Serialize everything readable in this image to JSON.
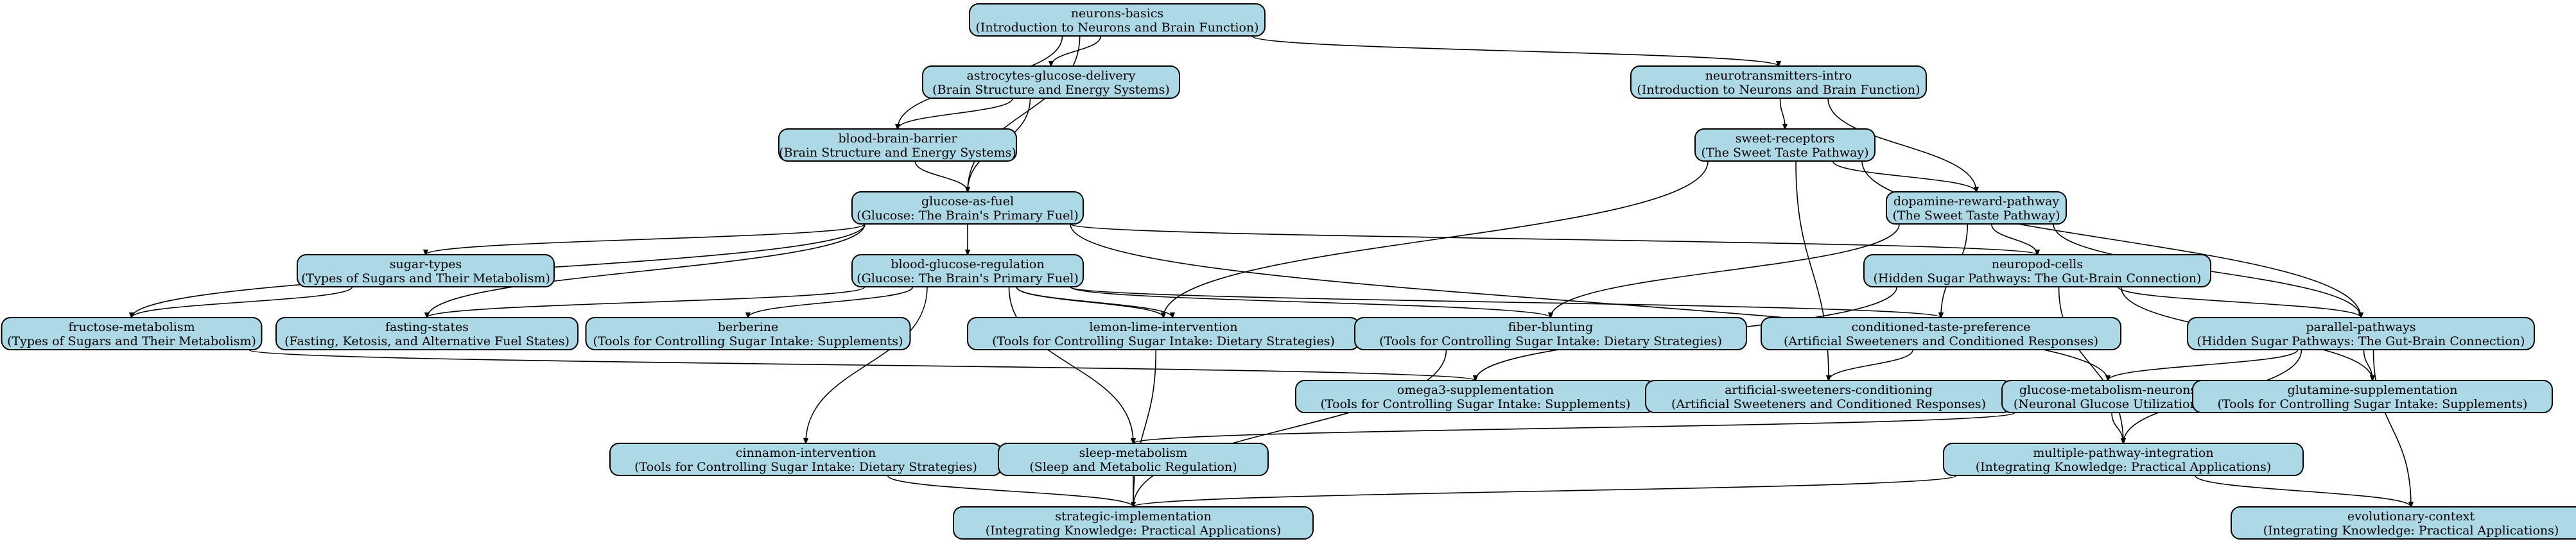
{
  "diagram": {
    "type": "directed-graph",
    "node_fill": "#add8e6",
    "node_stroke": "#000000",
    "edge_color": "#000000",
    "nodes": [
      {
        "id": "neurons-basics",
        "title": "neurons-basics",
        "subtitle": "(Introduction to Neurons and Brain Function)"
      },
      {
        "id": "astrocytes-glucose-delivery",
        "title": "astrocytes-glucose-delivery",
        "subtitle": "(Brain Structure and Energy Systems)"
      },
      {
        "id": "neurotransmitters-intro",
        "title": "neurotransmitters-intro",
        "subtitle": "(Introduction to Neurons and Brain Function)"
      },
      {
        "id": "blood-brain-barrier",
        "title": "blood-brain-barrier",
        "subtitle": "(Brain Structure and Energy Systems)"
      },
      {
        "id": "sweet-receptors",
        "title": "sweet-receptors",
        "subtitle": "(The Sweet Taste Pathway)"
      },
      {
        "id": "glucose-as-fuel",
        "title": "glucose-as-fuel",
        "subtitle": "(Glucose: The Brain's Primary Fuel)"
      },
      {
        "id": "dopamine-reward-pathway",
        "title": "dopamine-reward-pathway",
        "subtitle": "(The Sweet Taste Pathway)"
      },
      {
        "id": "sugar-types",
        "title": "sugar-types",
        "subtitle": "(Types of Sugars and Their Metabolism)"
      },
      {
        "id": "blood-glucose-regulation",
        "title": "blood-glucose-regulation",
        "subtitle": "(Glucose: The Brain's Primary Fuel)"
      },
      {
        "id": "neuropod-cells",
        "title": "neuropod-cells",
        "subtitle": "(Hidden Sugar Pathways: The Gut-Brain Connection)"
      },
      {
        "id": "fructose-metabolism",
        "title": "fructose-metabolism",
        "subtitle": "(Types of Sugars and Their Metabolism)"
      },
      {
        "id": "fasting-states",
        "title": "fasting-states",
        "subtitle": "(Fasting, Ketosis, and Alternative Fuel States)"
      },
      {
        "id": "berberine",
        "title": "berberine",
        "subtitle": "(Tools for Controlling Sugar Intake: Supplements)"
      },
      {
        "id": "lemon-lime-intervention",
        "title": "lemon-lime-intervention",
        "subtitle": "(Tools for Controlling Sugar Intake: Dietary Strategies)"
      },
      {
        "id": "fiber-blunting",
        "title": "fiber-blunting",
        "subtitle": "(Tools for Controlling Sugar Intake: Dietary Strategies)"
      },
      {
        "id": "conditioned-taste-preference",
        "title": "conditioned-taste-preference",
        "subtitle": "(Artificial Sweeteners and Conditioned Responses)"
      },
      {
        "id": "parallel-pathways",
        "title": "parallel-pathways",
        "subtitle": "(Hidden Sugar Pathways: The Gut-Brain Connection)"
      },
      {
        "id": "omega3-supplementation",
        "title": "omega3-supplementation",
        "subtitle": "(Tools for Controlling Sugar Intake: Supplements)"
      },
      {
        "id": "artificial-sweeteners-conditioning",
        "title": "artificial-sweeteners-conditioning",
        "subtitle": "(Artificial Sweeteners and Conditioned Responses)"
      },
      {
        "id": "glucose-metabolism-neurons",
        "title": "glucose-metabolism-neurons",
        "subtitle": "(Neuronal Glucose Utilization)"
      },
      {
        "id": "glutamine-supplementation",
        "title": "glutamine-supplementation",
        "subtitle": "(Tools for Controlling Sugar Intake: Supplements)"
      },
      {
        "id": "cinnamon-intervention",
        "title": "cinnamon-intervention",
        "subtitle": "(Tools for Controlling Sugar Intake: Dietary Strategies)"
      },
      {
        "id": "sleep-metabolism",
        "title": "sleep-metabolism",
        "subtitle": "(Sleep and Metabolic Regulation)"
      },
      {
        "id": "multiple-pathway-integration",
        "title": "multiple-pathway-integration",
        "subtitle": "(Integrating Knowledge: Practical Applications)"
      },
      {
        "id": "strategic-implementation",
        "title": "strategic-implementation",
        "subtitle": "(Integrating Knowledge: Practical Applications)"
      },
      {
        "id": "evolutionary-context",
        "title": "evolutionary-context",
        "subtitle": "(Integrating Knowledge: Practical Applications)"
      }
    ],
    "edges": [
      [
        "neurons-basics",
        "astrocytes-glucose-delivery"
      ],
      [
        "neurons-basics",
        "blood-brain-barrier"
      ],
      [
        "neurons-basics",
        "glucose-as-fuel"
      ],
      [
        "neurons-basics",
        "neurotransmitters-intro"
      ],
      [
        "astrocytes-glucose-delivery",
        "blood-brain-barrier"
      ],
      [
        "astrocytes-glucose-delivery",
        "glucose-as-fuel"
      ],
      [
        "blood-brain-barrier",
        "glucose-as-fuel"
      ],
      [
        "neurotransmitters-intro",
        "sweet-receptors"
      ],
      [
        "neurotransmitters-intro",
        "dopamine-reward-pathway"
      ],
      [
        "sweet-receptors",
        "dopamine-reward-pathway"
      ],
      [
        "sweet-receptors",
        "lemon-lime-intervention"
      ],
      [
        "sweet-receptors",
        "artificial-sweeteners-conditioning"
      ],
      [
        "sweet-receptors",
        "parallel-pathways"
      ],
      [
        "glucose-as-fuel",
        "sugar-types"
      ],
      [
        "glucose-as-fuel",
        "blood-glucose-regulation"
      ],
      [
        "glucose-as-fuel",
        "fructose-metabolism"
      ],
      [
        "glucose-as-fuel",
        "fasting-states"
      ],
      [
        "glucose-as-fuel",
        "neuropod-cells"
      ],
      [
        "glucose-as-fuel",
        "glucose-metabolism-neurons"
      ],
      [
        "dopamine-reward-pathway",
        "neuropod-cells"
      ],
      [
        "dopamine-reward-pathway",
        "fiber-blunting"
      ],
      [
        "dopamine-reward-pathway",
        "conditioned-taste-preference"
      ],
      [
        "dopamine-reward-pathway",
        "parallel-pathways"
      ],
      [
        "sugar-types",
        "fructose-metabolism"
      ],
      [
        "blood-glucose-regulation",
        "fasting-states"
      ],
      [
        "blood-glucose-regulation",
        "berberine"
      ],
      [
        "blood-glucose-regulation",
        "lemon-lime-intervention"
      ],
      [
        "blood-glucose-regulation",
        "fiber-blunting"
      ],
      [
        "blood-glucose-regulation",
        "conditioned-taste-preference"
      ],
      [
        "blood-glucose-regulation",
        "cinnamon-intervention"
      ],
      [
        "blood-glucose-regulation",
        "sleep-metabolism"
      ],
      [
        "blood-glucose-regulation",
        "lemon-lime-intervention"
      ],
      [
        "neuropod-cells",
        "parallel-pathways"
      ],
      [
        "neuropod-cells",
        "omega3-supplementation"
      ],
      [
        "neuropod-cells",
        "glutamine-supplementation"
      ],
      [
        "neuropod-cells",
        "multiple-pathway-integration"
      ],
      [
        "fructose-metabolism",
        "omega3-supplementation"
      ],
      [
        "conditioned-taste-preference",
        "artificial-sweeteners-conditioning"
      ],
      [
        "parallel-pathways",
        "glucose-metabolism-neurons"
      ],
      [
        "parallel-pathways",
        "glutamine-supplementation"
      ],
      [
        "parallel-pathways",
        "multiple-pathway-integration"
      ],
      [
        "parallel-pathways",
        "evolutionary-context"
      ],
      [
        "glucose-metabolism-neurons",
        "sleep-metabolism"
      ],
      [
        "glucose-metabolism-neurons",
        "multiple-pathway-integration"
      ],
      [
        "lemon-lime-intervention",
        "strategic-implementation"
      ],
      [
        "fiber-blunting",
        "strategic-implementation"
      ],
      [
        "cinnamon-intervention",
        "strategic-implementation"
      ],
      [
        "sleep-metabolism",
        "strategic-implementation"
      ],
      [
        "multiple-pathway-integration",
        "strategic-implementation"
      ],
      [
        "multiple-pathway-integration",
        "evolutionary-context"
      ]
    ]
  }
}
